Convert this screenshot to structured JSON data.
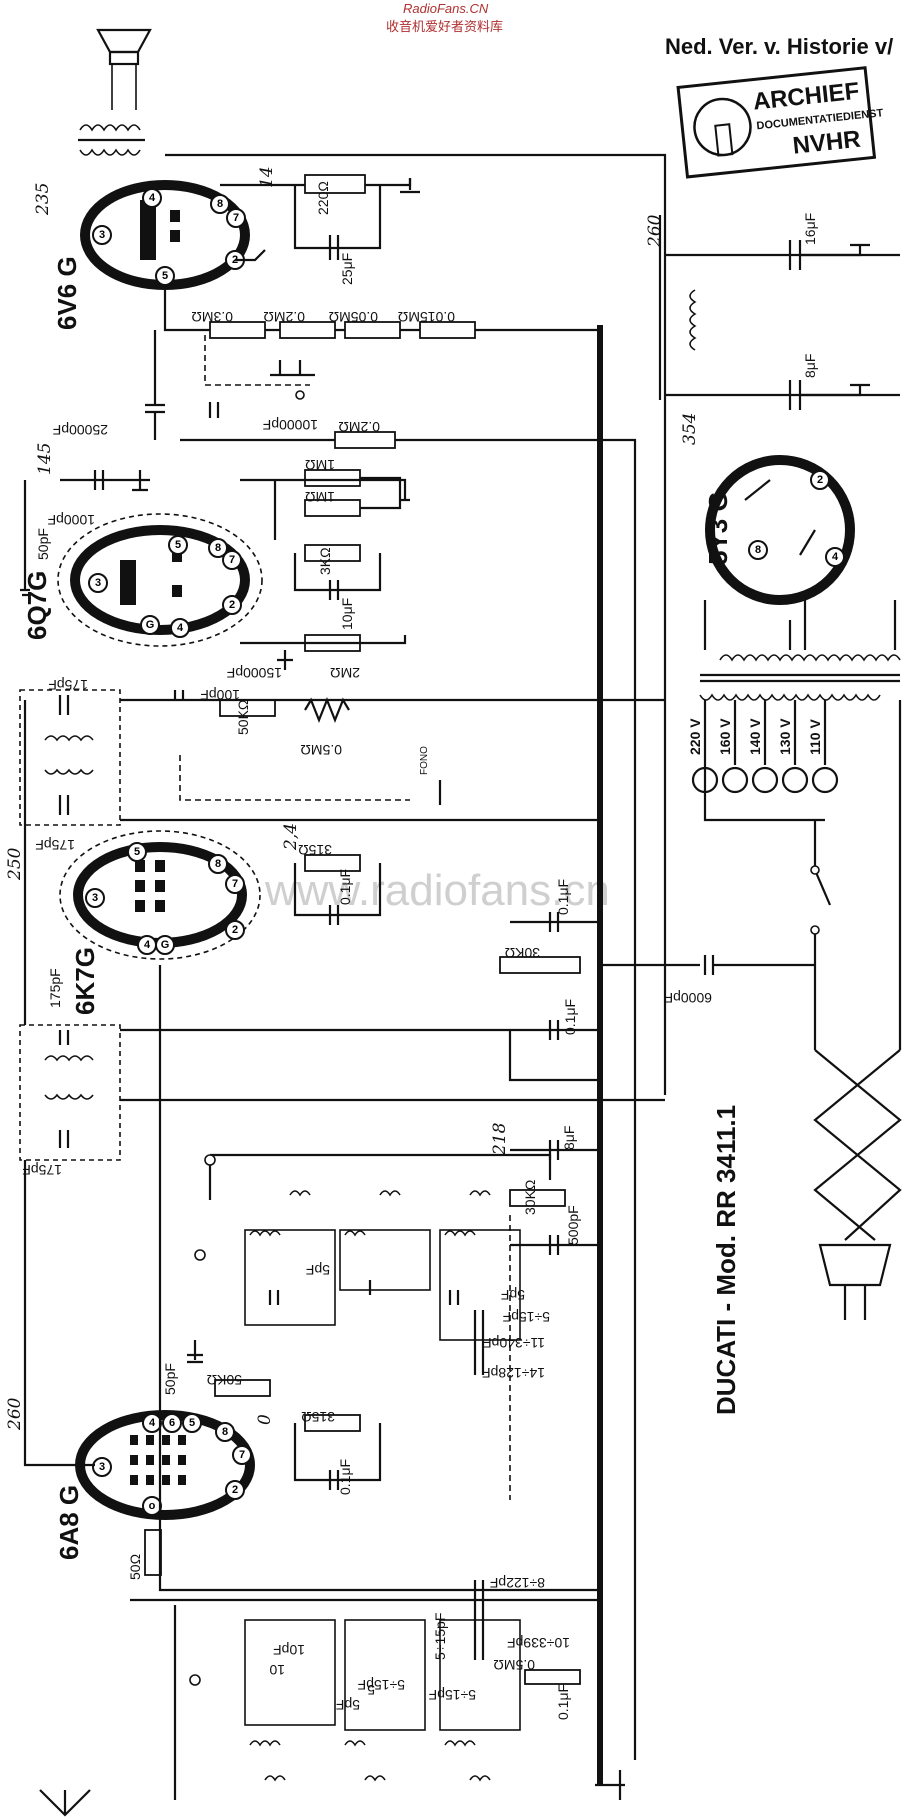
{
  "header": {
    "site": "RadioFans.CN",
    "site_sub": "收音机爱好者资料库",
    "collection": "Ned. Ver. v. Historie v/",
    "watermark": "www.radiofans.cn"
  },
  "stamp": {
    "line1": "ARCHIEF",
    "line2": "DOCUMENTATIEDIENST",
    "line3": "NVHR"
  },
  "title": "DUCATI - Mod. RR 3411.1",
  "tubes": {
    "output": "6V6 G",
    "detector": "6Q7G",
    "if_amp": "6K7G",
    "converter": "6A8 G",
    "rectifier": "5Y3 G"
  },
  "voltages": [
    "235",
    "14",
    "260",
    "354",
    "145",
    "250",
    "2,4",
    "218",
    "260",
    "0"
  ],
  "components": {
    "r220": "220Ω",
    "c25": "25μF",
    "c16": "16μF",
    "c8a": "8μF",
    "tone_r": [
      "0.3MΩ",
      "0.2MΩ",
      "0.05MΩ",
      "0.015MΩ"
    ],
    "c25000": "25000pF",
    "c10000": "10000pF",
    "r02": "0.2MΩ",
    "c1000": "1000pF",
    "r1a": "1MΩ",
    "r1b": "1MΩ",
    "c50": "50pF",
    "r3k": "3KΩ",
    "c10": "10μF",
    "r2m": "2MΩ",
    "c15000": "15000pF",
    "c175a": "175pF",
    "c100": "100pF",
    "r50k": "50KΩ",
    "pot": "0.5MΩ",
    "c175b": "175pF",
    "fono": "FONO",
    "r315a": "315Ω",
    "c01a": "0.1μF",
    "c01b": "0.1μF",
    "r30k": "30KΩ",
    "c6000": "6000pF",
    "c175c": "175pF",
    "c01c": "0.1μF",
    "c175d": "175pF",
    "c8b": "8μF",
    "r30kb": "30KΩ",
    "c500": "500pF",
    "c5a": "5pF",
    "c5b": "5pF",
    "t515a": "5÷15pF",
    "t11": "11÷340pF",
    "t14": "14÷128pF",
    "c50b": "50pF",
    "r50kb": "50KΩ",
    "r315b": "315Ω",
    "c01d": "0.1μF",
    "r50": "50Ω",
    "t8": "8÷122pF",
    "t10": "10÷339pF",
    "r05": "0.5MΩ",
    "t515b": "5÷15pF",
    "t515c": "5÷15pF",
    "t515d": "5÷15pF",
    "c10b": "10pF",
    "c10c": "10",
    "c5c": "5",
    "c5d": "5pF",
    "c01e": "0.1μF"
  },
  "mains_taps": [
    "220 V",
    "160 V",
    "140 V",
    "130 V",
    "110 V"
  ]
}
